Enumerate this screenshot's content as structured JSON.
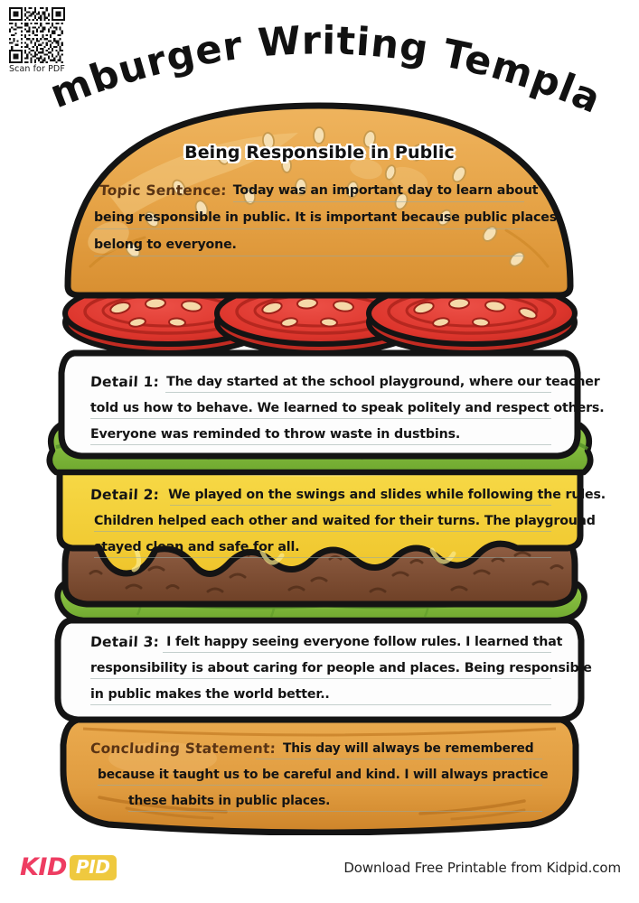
{
  "qr": {
    "caption": "Scan for PDF",
    "icon": "qr-code-icon"
  },
  "page": {
    "title": "Hamburger Writing Template",
    "sheet_title": "Being Responsible in Public"
  },
  "sections": {
    "topic": {
      "label": "Topic Sentence:",
      "lines": [
        "Today was an important day to learn about",
        "being responsible in public. It is important because public places",
        "belong to everyone."
      ]
    },
    "detail1": {
      "label": "Detail 1:",
      "lines": [
        "The day started at the school playground, where our teacher",
        "told us how to behave. We learned to speak politely and respect others.",
        "Everyone was reminded to throw waste in dustbins."
      ]
    },
    "detail2": {
      "label": "Detail 2:",
      "lines": [
        "We played on the swings and slides while following the rules.",
        "Children helped each other and waited for their turns. The playground",
        "stayed clean and safe for all."
      ]
    },
    "detail3": {
      "label": "Detail 3:",
      "lines": [
        "I felt happy seeing everyone follow rules. I learned that",
        "responsibility is about caring for people and places. Being responsible",
        "in public makes the world better.."
      ]
    },
    "concluding": {
      "label": "Concluding Statement:",
      "lines": [
        "This day will always be remembered",
        "because it taught us to be careful and kind. I will always practice",
        "these habits in public places."
      ]
    }
  },
  "footer": {
    "logo_kid": "KID",
    "logo_pid": "PID",
    "text": "Download Free Printable from Kidpid.com"
  },
  "colors": {
    "bun": "#E5A245",
    "bun_shadow": "#D08C2F",
    "bun_highlight": "#F0C97C",
    "tomato": "#E0392F",
    "tomato_dark": "#B82B25",
    "lettuce": "#86C442",
    "lettuce_dark": "#5E9A2A",
    "cheese": "#F5D335",
    "cheese_dark": "#E6B92A",
    "patty": "#8B5A3C",
    "patty_dark": "#5E3A24",
    "outline": "#141414",
    "label_brown": "#5A3414",
    "label_dark": "#151515",
    "logo_pink": "#EE3D62",
    "logo_gold": "#EFC93F"
  }
}
